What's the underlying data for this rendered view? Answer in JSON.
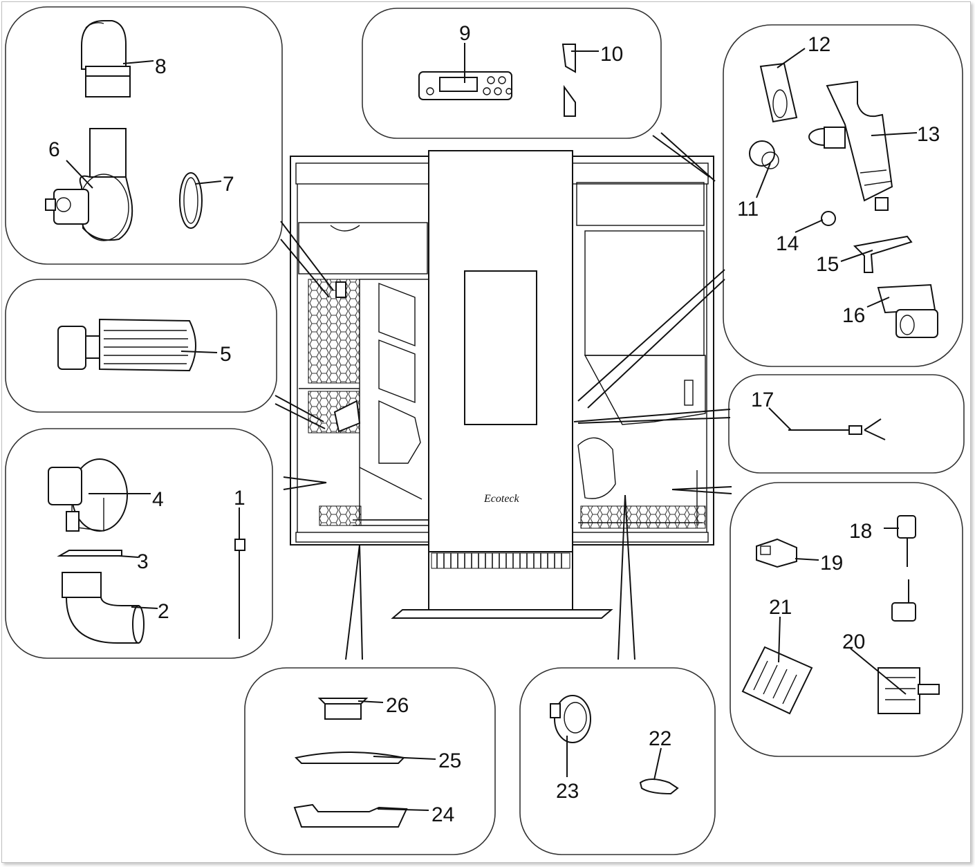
{
  "diagram": {
    "brand_label": "Ecoteck",
    "callouts": [
      "1",
      "2",
      "3",
      "4",
      "5",
      "6",
      "7",
      "8",
      "9",
      "10",
      "11",
      "12",
      "13",
      "14",
      "15",
      "16",
      "17",
      "18",
      "19",
      "20",
      "21",
      "22",
      "23",
      "24",
      "25",
      "26"
    ]
  }
}
